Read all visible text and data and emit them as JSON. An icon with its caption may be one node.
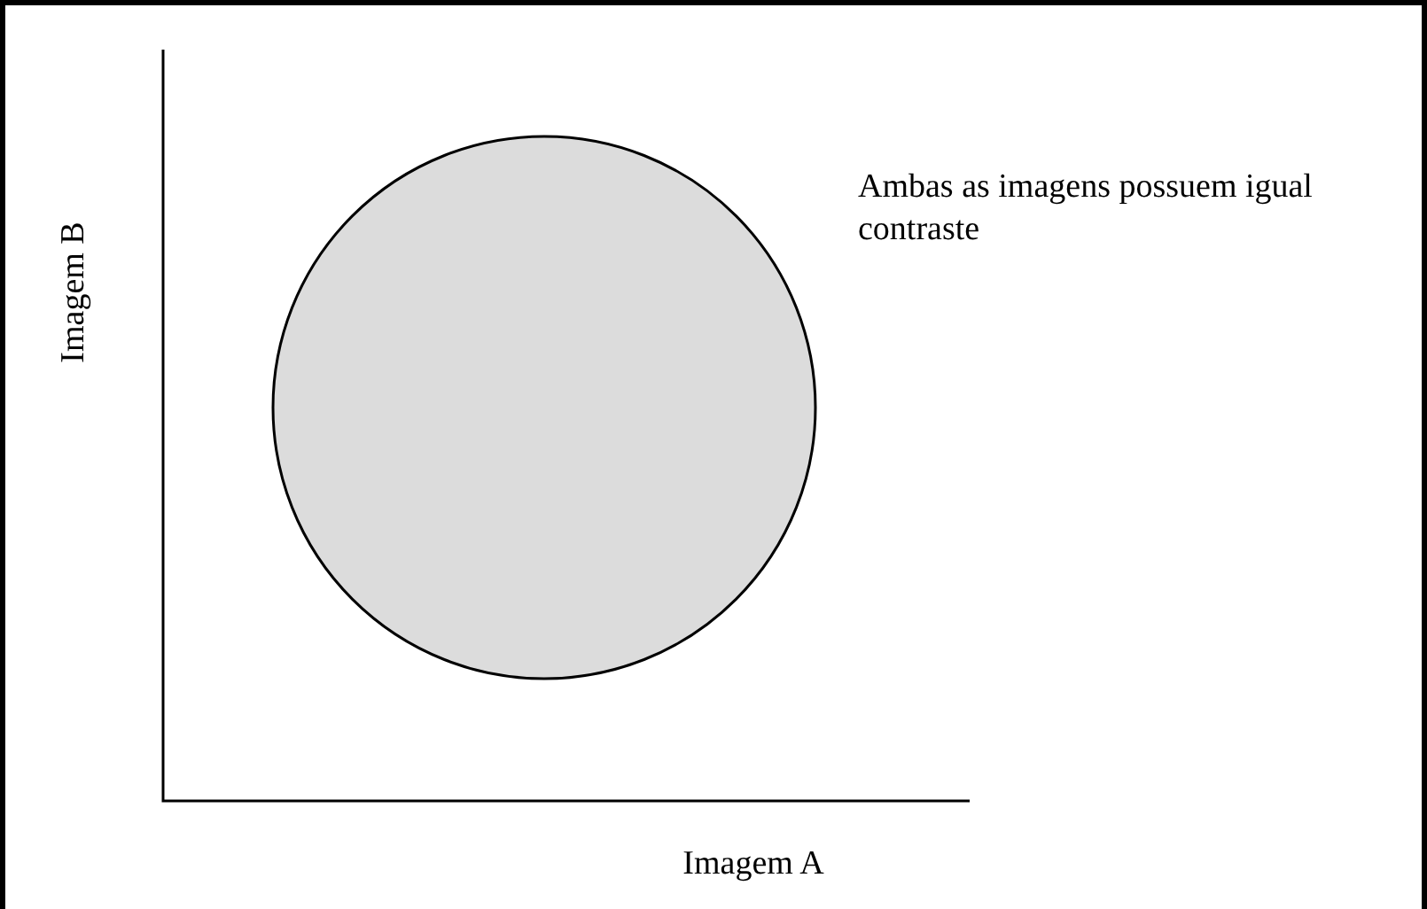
{
  "diagram": {
    "nodes": [
      {
        "text": [],
        "shape": "circle"
      }
    ],
    "labels": [
      "Imagem B",
      "Ambas as imagens possuem igual contraste",
      "Imagem A"
    ]
  }
}
